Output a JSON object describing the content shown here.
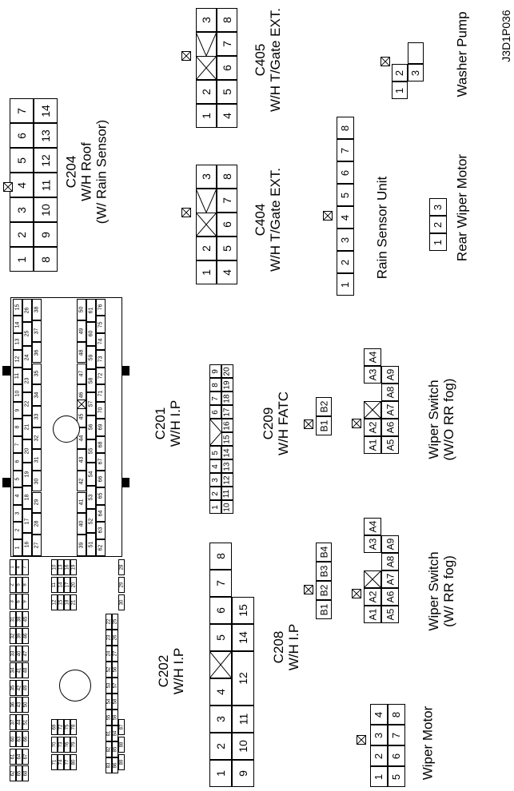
{
  "figure_code": "J3D1P036",
  "connectors": [
    {
      "id": "c204",
      "label": [
        "C204",
        "W/H Roof",
        "(W/ Rain Sensor)"
      ],
      "pins": [
        [
          "1",
          "2",
          "3",
          "4",
          "5",
          "6",
          "7"
        ],
        [
          "8",
          "9",
          "10",
          "11",
          "12",
          "13",
          "14"
        ]
      ]
    },
    {
      "id": "c404",
      "label": [
        "C404",
        "W/H T/Gate EXT."
      ],
      "pins": [
        [
          "1",
          "2",
          "",
          "3"
        ],
        [
          "4",
          "5",
          "6",
          "7",
          "8"
        ]
      ]
    },
    {
      "id": "c405",
      "label": [
        "C405",
        "W/H T/Gate EXT."
      ],
      "pins": [
        [
          "1",
          "2",
          "",
          "3"
        ],
        [
          "4",
          "5",
          "6",
          "7",
          "8"
        ]
      ]
    },
    {
      "id": "washer",
      "label": [
        "Washer Pump"
      ],
      "pins": [
        [
          "1",
          "2",
          "3"
        ]
      ]
    },
    {
      "id": "rain",
      "label": [
        "Rain Sensor Unit"
      ],
      "pins": [
        [
          "1",
          "2",
          "3",
          "4",
          "5",
          "6",
          "7",
          "8"
        ]
      ]
    },
    {
      "id": "rearwiper",
      "label": [
        "Rear Wiper Motor"
      ],
      "pins": [
        [
          "1",
          "2",
          "3"
        ]
      ]
    },
    {
      "id": "c209",
      "label": [
        "C209",
        "W/H FATC"
      ],
      "pins": [
        [
          "1",
          "2",
          "3",
          "4",
          "5",
          "",
          "6",
          "7",
          "8",
          "9"
        ],
        [
          "10",
          "11",
          "12",
          "13",
          "14",
          "15",
          "16",
          "17",
          "18",
          "19",
          "20"
        ]
      ]
    },
    {
      "id": "c209b",
      "label": [],
      "pins": [
        [
          "B1",
          "B2"
        ]
      ]
    },
    {
      "id": "wsw1",
      "label": [
        "Wiper Switch",
        "(W/O RR fog)"
      ],
      "pins": [
        [
          "A1",
          "A2",
          "",
          "A3",
          "A4"
        ],
        [
          "A5",
          "A6",
          "A7",
          "A8",
          "A9"
        ]
      ]
    },
    {
      "id": "c201",
      "label": [
        "C201",
        "W/H I.P"
      ],
      "pins": [
        [
          "15",
          "14",
          "13",
          "12",
          "11",
          "10",
          "9",
          "8",
          "7",
          "6",
          "5",
          "4",
          "3",
          "2",
          "1"
        ],
        [
          "26",
          "25",
          "24",
          "23",
          "22",
          "21",
          "20",
          "19",
          "18",
          "17",
          "16"
        ],
        [
          "38",
          "37",
          "36",
          "35",
          "34",
          "33",
          "32",
          "31",
          "30",
          "29",
          "28",
          "27"
        ],
        [
          "50",
          "49",
          "48",
          "47",
          "46",
          "45",
          "44",
          "43",
          "42",
          "41",
          "40",
          "39"
        ],
        [
          "61",
          "60",
          "59",
          "58",
          "57",
          "56",
          "55",
          "54",
          "53",
          "52",
          "51"
        ],
        [
          "76",
          "75",
          "74",
          "73",
          "72",
          "71",
          "70",
          "69",
          "68",
          "67",
          "66",
          "65",
          "64",
          "63",
          "62"
        ]
      ]
    },
    {
      "id": "c202",
      "label": [
        "C202",
        "W/H I.P"
      ],
      "pins": [
        [
          "1",
          "2",
          "3",
          "31",
          "32",
          "33",
          "34",
          "35",
          "36",
          "37",
          "60",
          "61",
          "62"
        ],
        [
          "4",
          "5",
          "6",
          "38",
          "39",
          "40",
          "41",
          "42",
          "43",
          "44",
          "63",
          "64",
          "65"
        ],
        [
          "7",
          "8",
          "9",
          "45",
          "46",
          "47",
          "48",
          "49",
          "50",
          "51",
          "66",
          "67",
          "68"
        ],
        [
          "10",
          "11",
          "12",
          "69",
          "70",
          "71"
        ],
        [
          "13",
          "14",
          "15",
          "72",
          "73",
          "74"
        ],
        [
          "16",
          "17",
          "18",
          "75",
          "76",
          "77"
        ],
        [
          "19",
          "20",
          "21",
          "78",
          "79",
          "80"
        ],
        [
          "22",
          "23",
          "24",
          "52",
          "53",
          "54",
          "55",
          "81",
          "82",
          "83"
        ],
        [
          "25",
          "26",
          "27",
          "56",
          "57",
          "58",
          "59",
          "84",
          "85",
          "86"
        ],
        [
          "28",
          "29",
          "30",
          "87",
          "88",
          "89"
        ]
      ]
    },
    {
      "id": "c208",
      "label": [
        "C208",
        "W/H I.P"
      ],
      "pins": [
        [
          "1",
          "2",
          "3",
          "4",
          "",
          "5",
          "6",
          "7",
          "8"
        ],
        [
          "9",
          "10",
          "11",
          "12",
          "13",
          "14",
          "15"
        ]
      ]
    },
    {
      "id": "c208b",
      "label": [],
      "pins": [
        [
          "B1",
          "B2",
          "B3",
          "B4"
        ]
      ]
    },
    {
      "id": "wsw2",
      "label": [
        "Wiper Switch",
        "(W/ RR fog)"
      ],
      "pins": [
        [
          "A1",
          "A2",
          "",
          "A3",
          "A4"
        ],
        [
          "A5",
          "A6",
          "A7",
          "A8",
          "A9"
        ]
      ]
    },
    {
      "id": "wipermotor",
      "label": [
        "Wiper Motor"
      ],
      "pins": [
        [
          "1",
          "2",
          "3",
          "4"
        ],
        [
          "5",
          "6",
          "7",
          "8"
        ]
      ]
    }
  ]
}
